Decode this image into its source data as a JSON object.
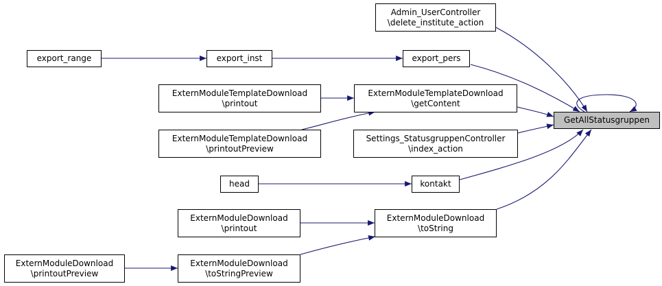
{
  "root": {
    "id": "getall",
    "lines": [
      "GetAllStatusgruppen"
    ]
  },
  "nodes": [
    {
      "id": "admin",
      "lines": [
        "Admin_UserController",
        "\\delete_institute_action"
      ]
    },
    {
      "id": "exrange",
      "lines": [
        "export_range"
      ]
    },
    {
      "id": "exinst",
      "lines": [
        "export_inst"
      ]
    },
    {
      "id": "expers",
      "lines": [
        "export_pers"
      ]
    },
    {
      "id": "emtd_print",
      "lines": [
        "ExternModuleTemplateDownload",
        "\\printout"
      ]
    },
    {
      "id": "emtd_get",
      "lines": [
        "ExternModuleTemplateDownload",
        "\\getContent"
      ]
    },
    {
      "id": "emtd_pp",
      "lines": [
        "ExternModuleTemplateDownload",
        "\\printoutPreview"
      ]
    },
    {
      "id": "settings",
      "lines": [
        "Settings_StatusgruppenController",
        "\\index_action"
      ]
    },
    {
      "id": "head",
      "lines": [
        "head"
      ]
    },
    {
      "id": "kontakt",
      "lines": [
        "kontakt"
      ]
    },
    {
      "id": "emd_print",
      "lines": [
        "ExternModuleDownload",
        "\\printout"
      ]
    },
    {
      "id": "emd_tostr",
      "lines": [
        "ExternModuleDownload",
        "\\toString"
      ]
    },
    {
      "id": "emd_pp",
      "lines": [
        "ExternModuleDownload",
        "\\printoutPreview"
      ]
    },
    {
      "id": "emd_tsp",
      "lines": [
        "ExternModuleDownload",
        "\\toStringPreview"
      ]
    }
  ],
  "edges": [
    [
      "admin",
      "getall"
    ],
    [
      "expers",
      "getall"
    ],
    [
      "emtd_get",
      "getall"
    ],
    [
      "settings",
      "getall"
    ],
    [
      "kontakt",
      "getall"
    ],
    [
      "emd_tostr",
      "getall"
    ],
    [
      "getall",
      "getall"
    ],
    [
      "exrange",
      "exinst"
    ],
    [
      "exinst",
      "expers"
    ],
    [
      "emtd_print",
      "emtd_get"
    ],
    [
      "emtd_pp",
      "emtd_get"
    ],
    [
      "head",
      "kontakt"
    ],
    [
      "emd_print",
      "emd_tostr"
    ],
    [
      "emd_tsp",
      "emd_tostr"
    ],
    [
      "emd_pp",
      "emd_tsp"
    ]
  ],
  "colors": {
    "edge": "#191970",
    "node_border": "#000000",
    "root_fill": "#bfbfbf",
    "node_fill": "#ffffff"
  }
}
